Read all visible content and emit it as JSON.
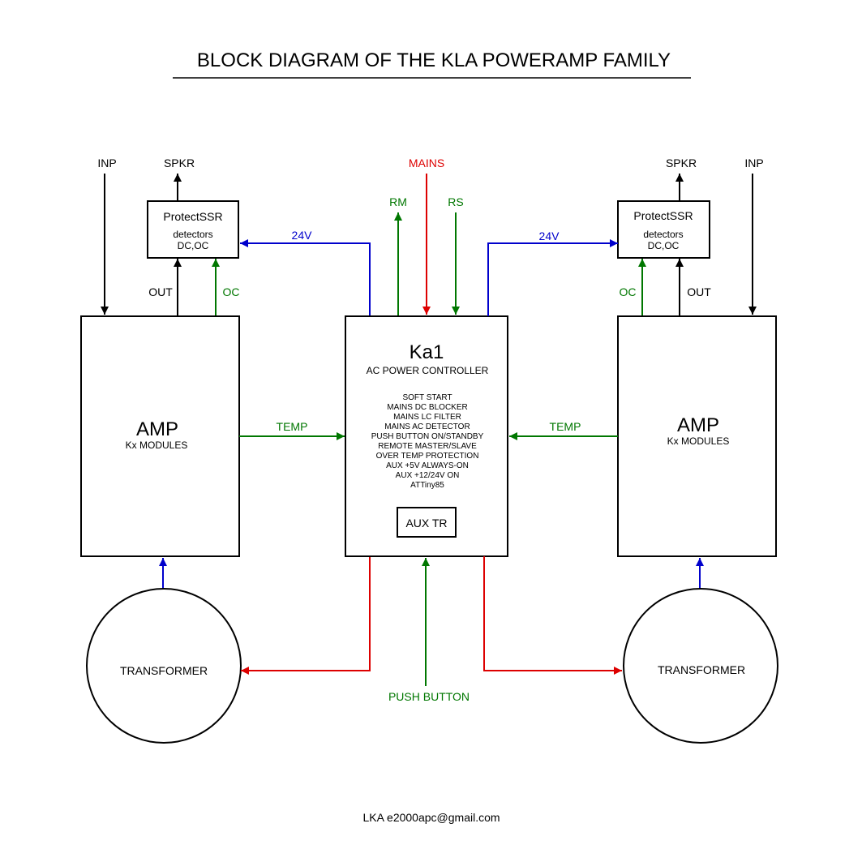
{
  "title": "BLOCK DIAGRAM OF THE KLA POWERAMP FAMILY",
  "colors": {
    "black": "#000000",
    "red": "#dd0000",
    "green": "#007700",
    "blue": "#0000cc"
  },
  "left": {
    "inp": "INP",
    "spkr": "SPKR",
    "protect_title": "ProtectSSR",
    "protect_detectors": "detectors",
    "protect_dcoc": "DC,OC",
    "out": "OUT",
    "oc": "OC",
    "v24": "24V",
    "temp": "TEMP",
    "amp_title": "AMP",
    "amp_sub": "Kx MODULES",
    "transformer": "TRANSFORMER"
  },
  "right": {
    "inp": "INP",
    "spkr": "SPKR",
    "protect_title": "ProtectSSR",
    "protect_detectors": "detectors",
    "protect_dcoc": "DC,OC",
    "out": "OUT",
    "oc": "OC",
    "v24": "24V",
    "temp": "TEMP",
    "amp_title": "AMP",
    "amp_sub": "Kx MODULES",
    "transformer": "TRANSFORMER"
  },
  "center": {
    "mains": "MAINS",
    "rm": "RM",
    "rs": "RS",
    "title": "Ka1",
    "subtitle": "AC POWER CONTROLLER",
    "features": [
      "SOFT START",
      "MAINS DC BLOCKER",
      "MAINS LC FILTER",
      "MAINS AC DETECTOR",
      "PUSH BUTTON ON/STANDBY",
      "REMOTE MASTER/SLAVE",
      "OVER TEMP PROTECTION",
      "AUX +5V ALWAYS-ON",
      "AUX +12/24V ON",
      "ATTiny85"
    ],
    "aux_tr": "AUX TR",
    "push_button": "PUSH BUTTON"
  },
  "footer": "LKA e2000apc@gmail.com"
}
